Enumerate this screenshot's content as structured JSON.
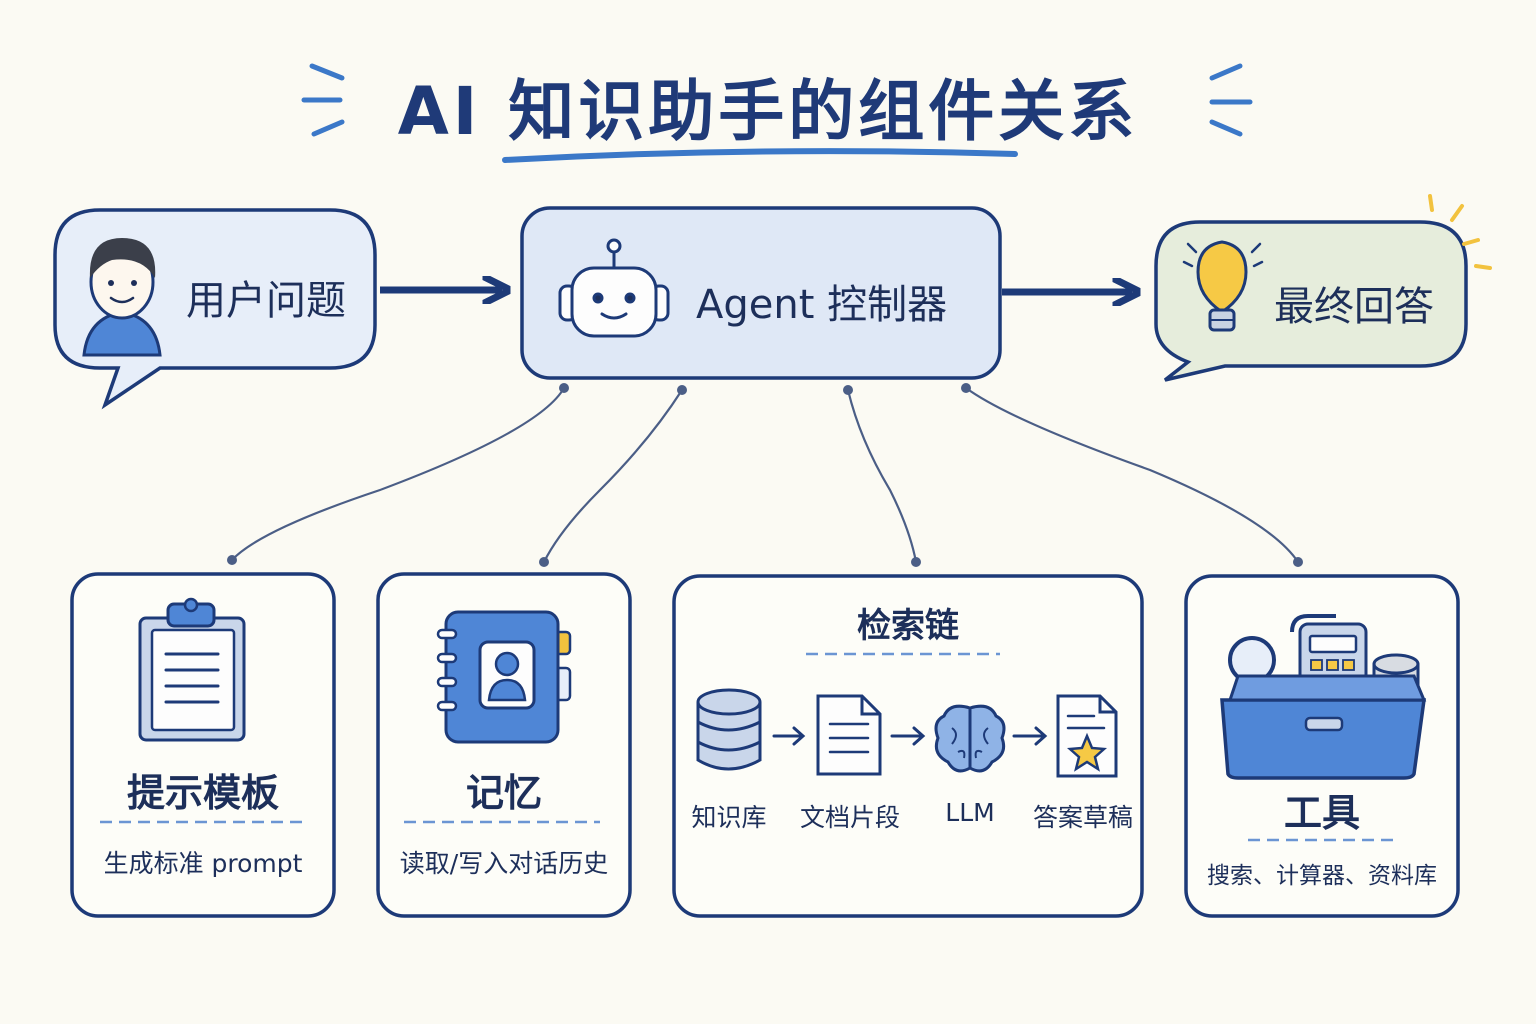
{
  "title": "AI 知识助手的组件关系",
  "flow": {
    "user": "用户问题",
    "controller": "Agent 控制器",
    "answer": "最终回答"
  },
  "components": [
    {
      "title": "提示模板",
      "desc": "生成标准 prompt",
      "icon": "clipboard-icon"
    },
    {
      "title": "记忆",
      "desc": "读取/写入对话历史",
      "icon": "notebook-icon"
    },
    {
      "title": "检索链",
      "icon": "search-chain"
    },
    {
      "title": "工具",
      "desc": "搜索、计算器、资料库",
      "icon": "toolbox-icon"
    }
  ],
  "chain": {
    "steps": [
      {
        "label": "知识库",
        "icon": "database-icon"
      },
      {
        "label": "文档片段",
        "icon": "document-icon"
      },
      {
        "label": "LLM",
        "icon": "brain-icon"
      },
      {
        "label": "答案草稿",
        "icon": "draft-star-icon"
      }
    ]
  },
  "colors": {
    "ink": "#1d2f5a",
    "accent": "#3b78c8",
    "user_box": "#e7eef9",
    "controller_box": "#dfe8f6",
    "answer_box": "#e6eddc",
    "bulb": "#f6c945"
  }
}
